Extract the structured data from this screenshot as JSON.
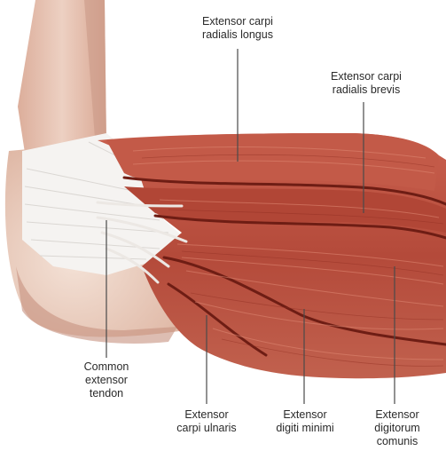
{
  "labels": {
    "ecrl": "Extensor carpi\nradialis longus",
    "ecrb": "Extensor carpi\nradialis brevis",
    "common_tendon": "Common\nextensor\ntendon",
    "ecu": "Extensor\ncarpi ulnaris",
    "edm": "Extensor\ndigiti minimi",
    "edc": "Extensor\ndigitorum\ncomunis"
  },
  "colors": {
    "skin": "#e6c3b2",
    "bone": "#f1ddd0",
    "tendon": "#f7f5f3",
    "muscle": "#b94c3d",
    "muscle_dark": "#7d2219",
    "muscle_light": "#d47864",
    "leader_line": "#4a4a4a"
  }
}
